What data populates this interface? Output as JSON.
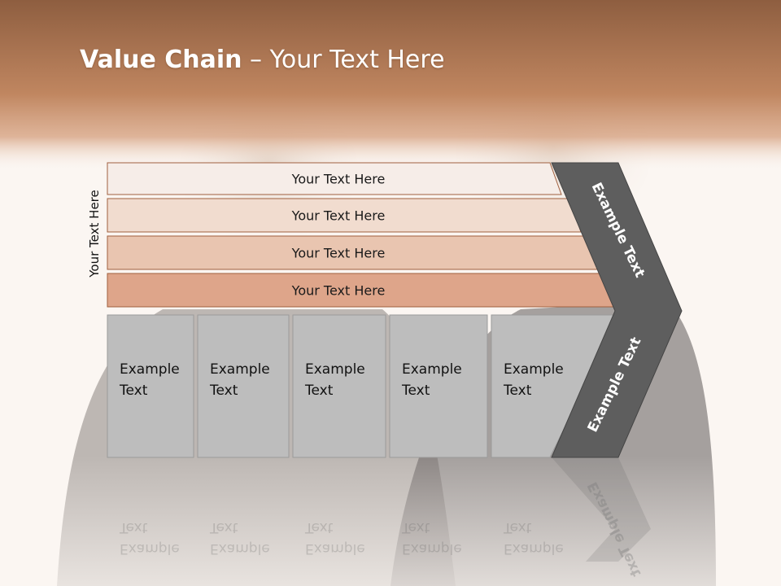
{
  "slide": {
    "title_bold": "Value Chain",
    "title_rest": " – Your Text Here",
    "side_label": "Your Text Here"
  },
  "rows": [
    {
      "label": "Your Text Here",
      "color": "#f6ede8"
    },
    {
      "label": "Your Text Here",
      "color": "#f1dccf"
    },
    {
      "label": "Your Text Here",
      "color": "#e9c5b0"
    },
    {
      "label": "Your Text Here",
      "color": "#dea58a"
    }
  ],
  "boxes": [
    {
      "line1": "Example",
      "line2": "Text"
    },
    {
      "line1": "Example",
      "line2": "Text"
    },
    {
      "line1": "Example",
      "line2": "Text"
    },
    {
      "line1": "Example",
      "line2": "Text"
    },
    {
      "line1": "Example",
      "line2": "Text"
    }
  ],
  "chevron": {
    "upper_label": "Example Text",
    "lower_label": "Example Text",
    "color": "#5e5e5e"
  },
  "colors": {
    "header_band": "#c58a63",
    "box_fill": "#bdbdbd",
    "row_stroke": "#a0603f"
  }
}
